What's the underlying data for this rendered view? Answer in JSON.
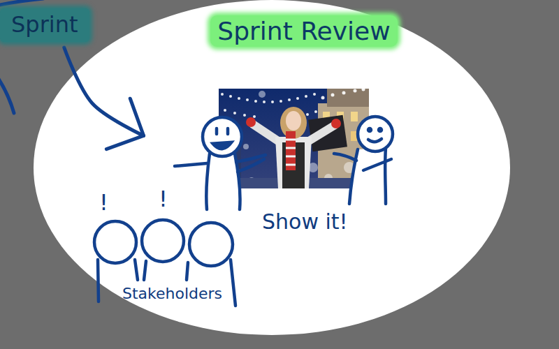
{
  "diagram": {
    "nodes": [
      {
        "text": [
          "Sprint"
        ]
      },
      {
        "text": [
          "Sprint Review"
        ]
      }
    ],
    "edges": [
      {
        "from": 0,
        "to": 1,
        "arrow": "to"
      }
    ],
    "labels": [
      "Show it!",
      "!",
      "!",
      "Stakeholders"
    ]
  }
}
